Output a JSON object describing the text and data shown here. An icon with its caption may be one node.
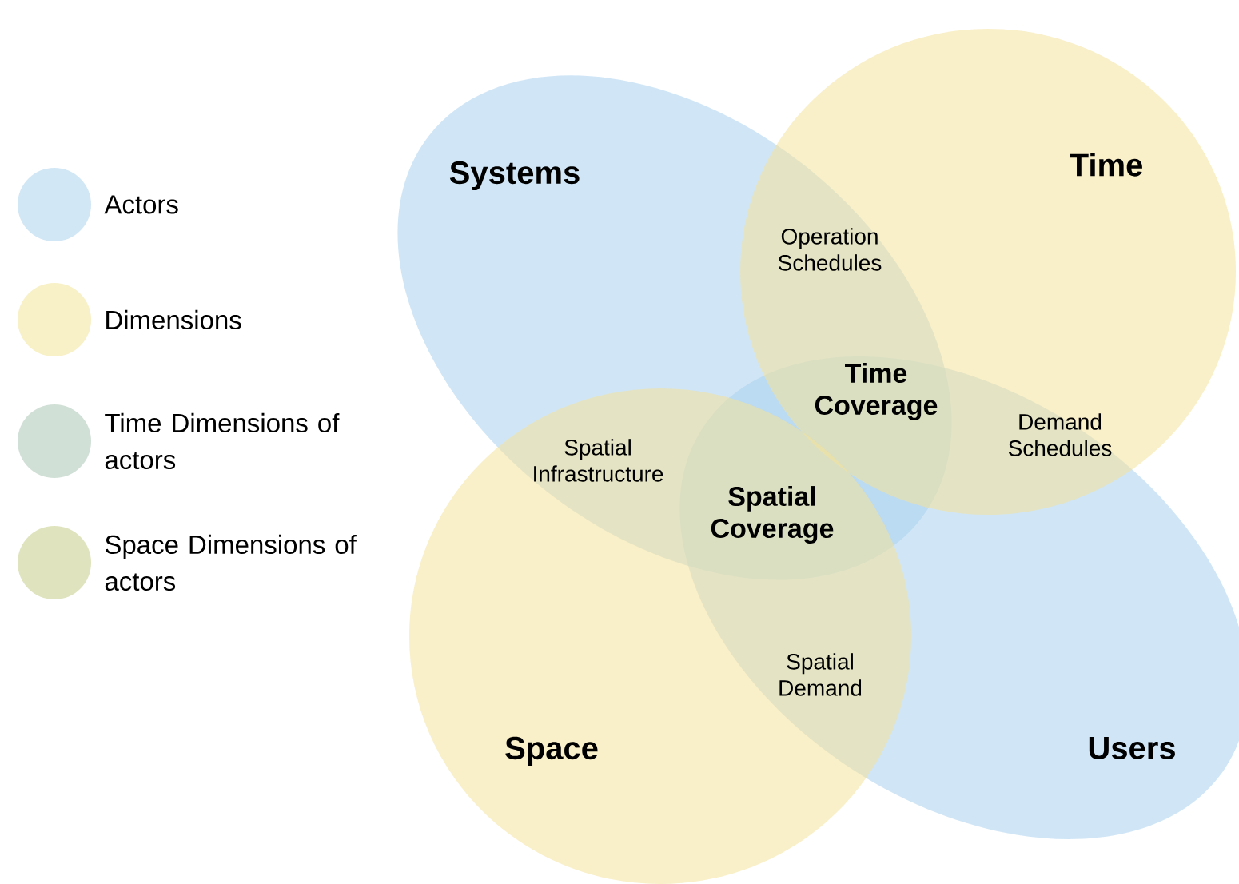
{
  "diagram": {
    "nodes": [
      {
        "text": [
          "Systems"
        ]
      },
      {
        "text": [
          "Time"
        ]
      },
      {
        "text": [
          "Users"
        ]
      },
      {
        "text": [
          "Space"
        ]
      }
    ],
    "labels": [
      "Operation Schedules",
      "Time Coverage",
      "Demand Schedules",
      "Spatial Infrastructure",
      "Spatial Coverage",
      "Spatial Demand"
    ],
    "legend": [
      {
        "text": "Actors",
        "color": "#d2e7f5"
      },
      {
        "text": "Dimensions",
        "color": "#f8f0c6"
      },
      {
        "text": "Time Dimensions of actors",
        "color": "#d1e0d6"
      },
      {
        "text": "Space Dimensions of actors",
        "color": "#dfe4be"
      }
    ]
  }
}
